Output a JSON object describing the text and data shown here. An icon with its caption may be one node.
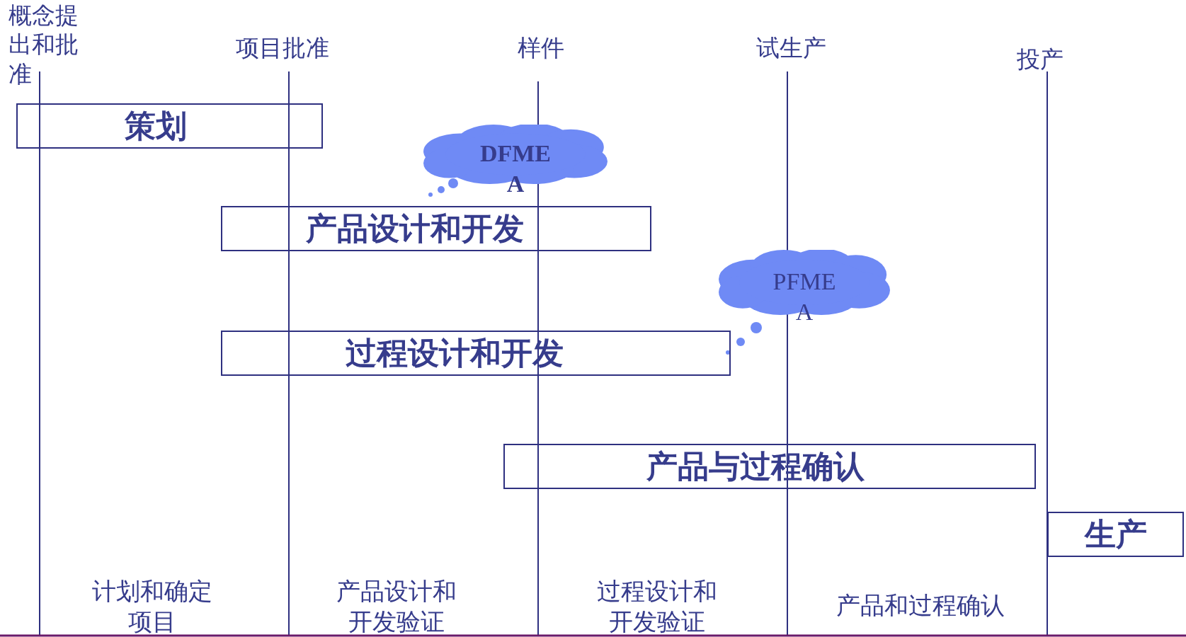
{
  "diagram": {
    "nodes": [
      {
        "text": [
          "策划"
        ]
      },
      {
        "text": [
          "DFME A"
        ]
      },
      {
        "text": [
          "产品设计和开发"
        ]
      },
      {
        "text": [
          "PFME A"
        ]
      },
      {
        "text": [
          "过程设计和开发"
        ]
      },
      {
        "text": [
          "产品与过程确认"
        ]
      },
      {
        "text": [
          "生产"
        ]
      }
    ],
    "edges": [],
    "labels": [
      "概念提出和批准",
      "项目批准",
      "样件",
      "试生产",
      "投产",
      "计划和确定项目",
      "产品设计和开发验证",
      "过程设计和开发验证",
      "产品和过程确认"
    ]
  }
}
